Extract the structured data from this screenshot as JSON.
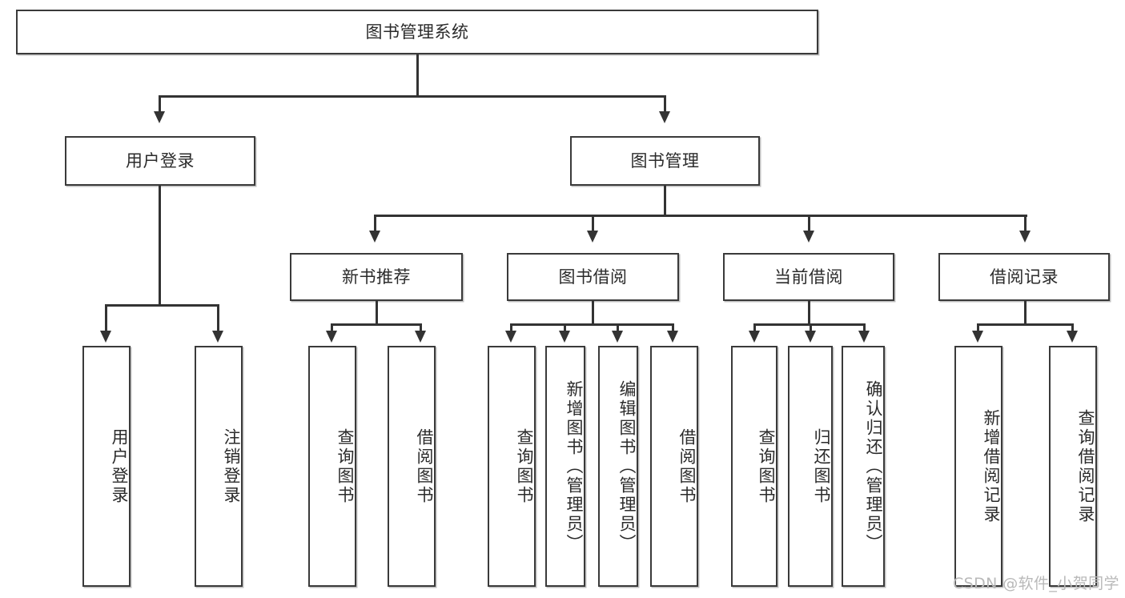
{
  "diagram": {
    "title": "图书管理系统",
    "type": "tree-hierarchy",
    "watermark": "CSDN @软件_小贺同学",
    "colors": {
      "box_border": "#3a3a3a",
      "box_fill": "#ffffff",
      "line": "#333333",
      "text": "#2b2b2b",
      "watermark": "#b9b9b9"
    },
    "levels": {
      "root": {
        "label": "图书管理系统"
      },
      "level2": [
        {
          "label": "用户登录"
        },
        {
          "label": "图书管理"
        }
      ],
      "level3": [
        {
          "label": "新书推荐"
        },
        {
          "label": "图书借阅"
        },
        {
          "label": "当前借阅"
        },
        {
          "label": "借阅记录"
        }
      ],
      "leaves": {
        "user_login": [
          {
            "label": "用户登录"
          },
          {
            "label": "注销登录"
          }
        ],
        "new_book_recommend": [
          {
            "label": "查询图书"
          },
          {
            "label": "借阅图书"
          }
        ],
        "book_borrow": [
          {
            "label": "查询图书"
          },
          {
            "label": "新增图书（管理员）"
          },
          {
            "label": "编辑图书（管理员）"
          },
          {
            "label": "借阅图书"
          }
        ],
        "current_borrow": [
          {
            "label": "查询图书"
          },
          {
            "label": "归还图书"
          },
          {
            "label": "确认归还（管理员）"
          }
        ],
        "borrow_records": [
          {
            "label": "新增借阅记录"
          },
          {
            "label": "查询借阅记录"
          }
        ]
      }
    }
  }
}
